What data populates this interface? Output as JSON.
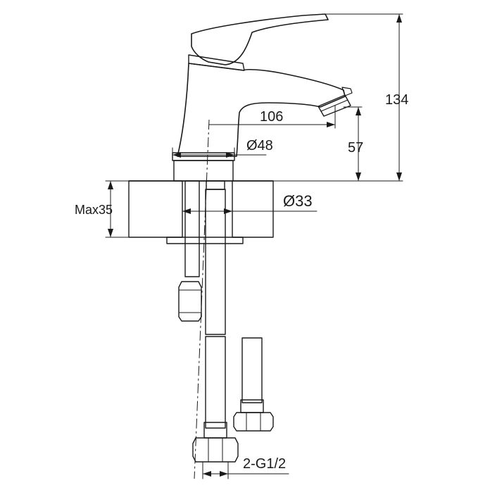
{
  "drawing": {
    "dimensions": {
      "total_height": "134",
      "spout_reach": "106",
      "spout_height": "57",
      "base_diameter": "Ø48",
      "hole_diameter": "Ø33",
      "max_thickness": "Max35",
      "connection": "2-G1/2"
    }
  }
}
